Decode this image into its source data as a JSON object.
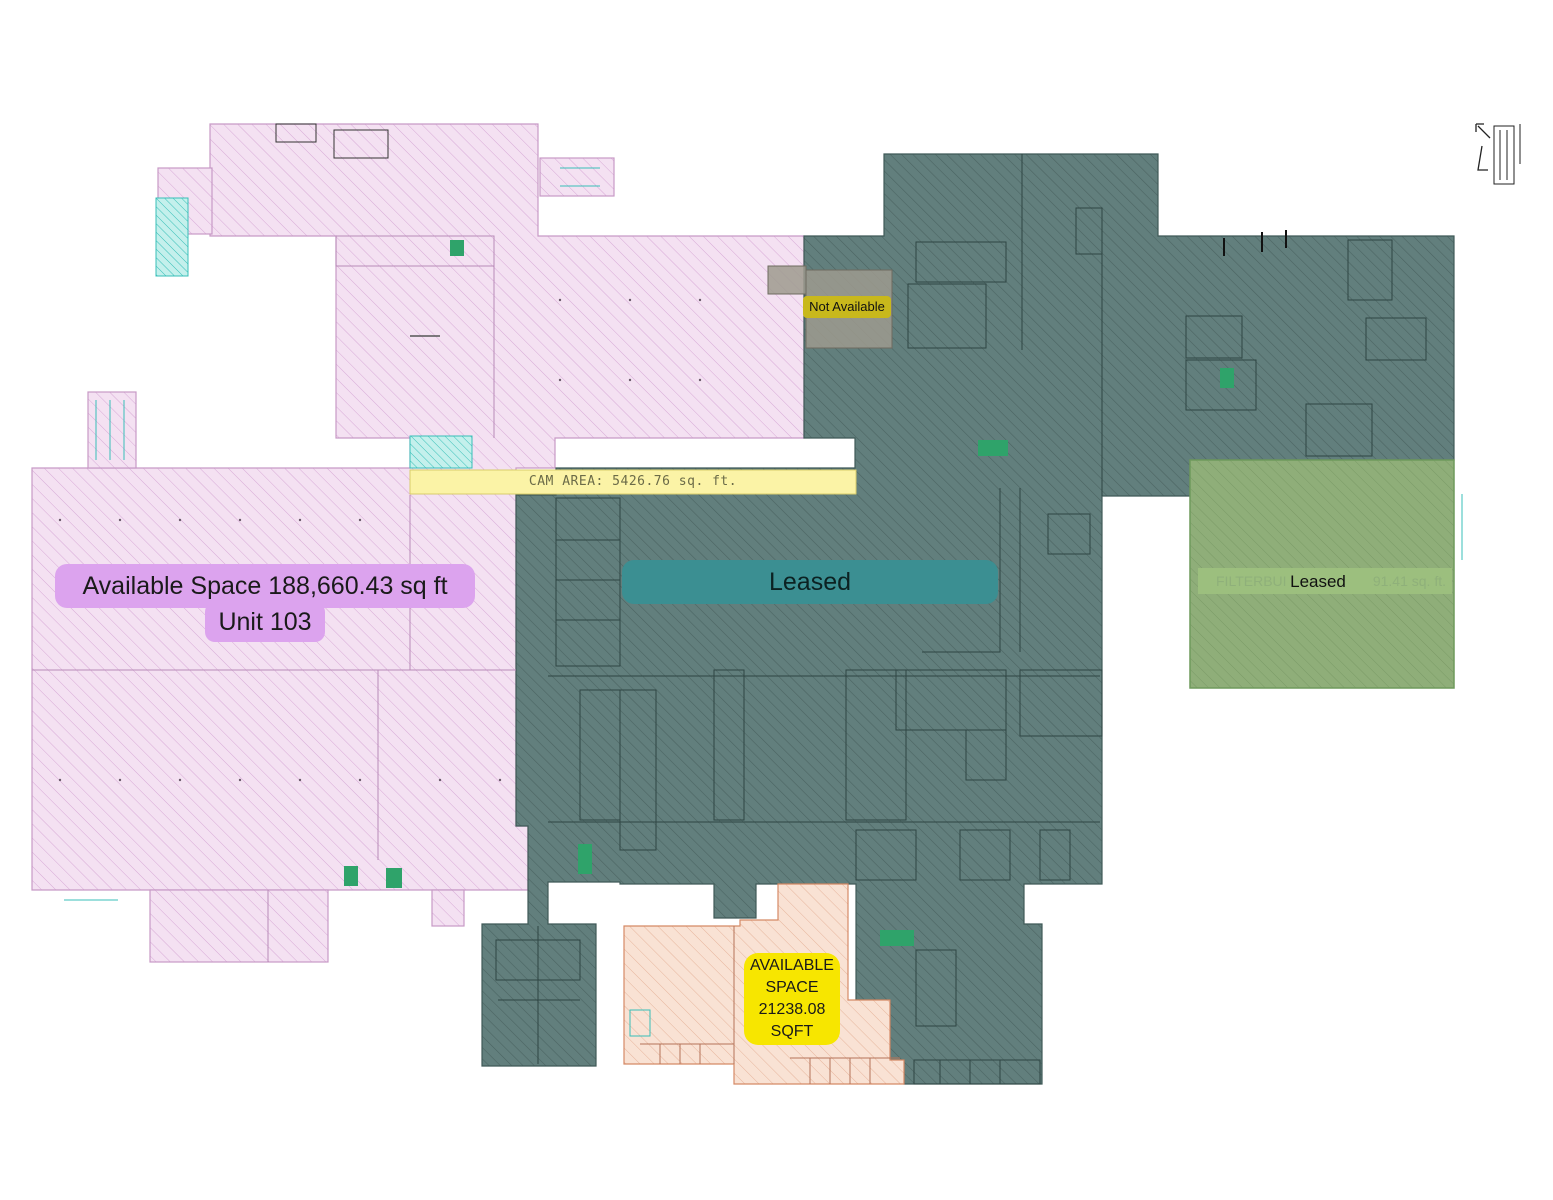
{
  "labels": {
    "unit103_line1": "Available Space 188,660.43 sq ft",
    "unit103_line2": "Unit 103",
    "leased_main": "Leased",
    "leased_right": "Leased",
    "not_available": "Not Available",
    "cam_area": "CAM AREA: 5426.76 sq. ft.",
    "available_space_small": "AVAILABLE SPACE 21238.08 SQFT",
    "faint_left": "FILTERBUI",
    "faint_right": "91.41 sq. ft."
  },
  "colors": {
    "available_large": "#f3dcf0",
    "available_large_pill": "#dca3ee",
    "leased": "#5e8583",
    "leased_pill": "#3b8f92",
    "leased_right_zone": "#8aac76",
    "not_available": "#9a9a90",
    "not_available_tag": "#c8b81c",
    "cam_area": "#fbf4a8",
    "available_small": "#f8dccb",
    "available_small_tag": "#f7e600",
    "linework": "#4f6e6d",
    "accent_cyan": "#3cc4c0"
  },
  "icons": [
    "north-arrow-icon",
    "legend-stamp-icon"
  ]
}
